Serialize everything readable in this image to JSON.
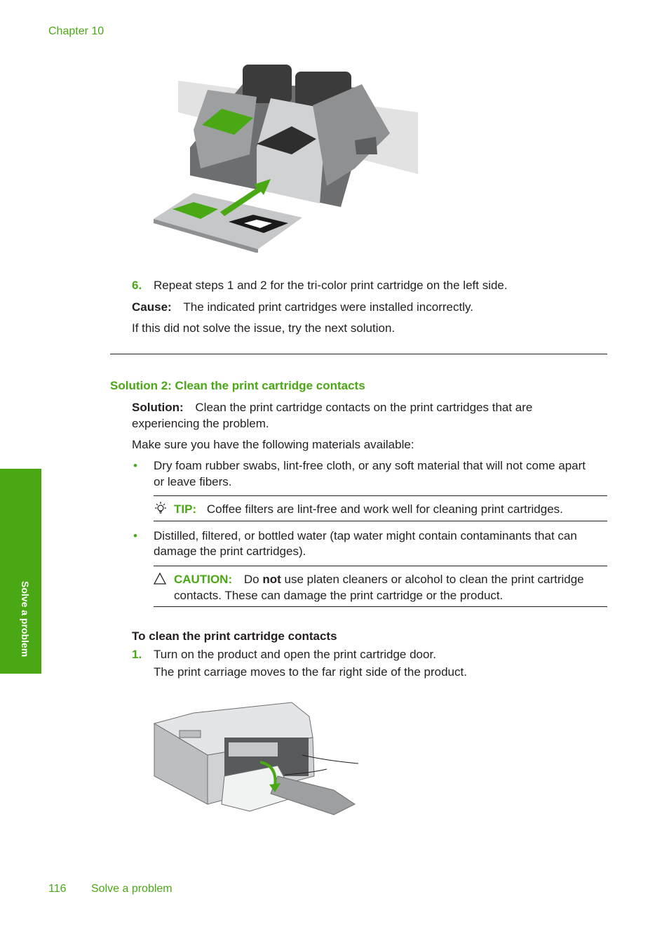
{
  "header": {
    "chapter": "Chapter 10"
  },
  "side_tab": {
    "label": "Solve a problem"
  },
  "step6": {
    "number": "6.",
    "text": "Repeat steps 1 and 2 for the tri-color print cartridge on the left side."
  },
  "cause": {
    "label": "Cause:",
    "text": "The indicated print cartridges were installed incorrectly."
  },
  "next_solution": "If this did not solve the issue, try the next solution.",
  "solution2": {
    "heading": "Solution 2: Clean the print cartridge contacts",
    "label": "Solution:",
    "text_line1": "Clean the print cartridge contacts on the print cartridges that are",
    "text_line2": "experiencing the problem.",
    "materials_intro": "Make sure you have the following materials available:",
    "bullets": [
      {
        "symbol": "•",
        "line1": "Dry foam rubber swabs, lint-free cloth, or any soft material that will not come apart",
        "line2": "or leave fibers."
      },
      {
        "symbol": "•",
        "line1": "Distilled, filtered, or bottled water (tap water might contain contaminants that can",
        "line2": "damage the print cartridges)."
      }
    ],
    "tip": {
      "label": "TIP:",
      "text": "Coffee filters are lint-free and work well for cleaning print cartridges."
    },
    "caution": {
      "label": "CAUTION:",
      "pre": "Do",
      "emph": "not",
      "post": "use platen cleaners or alcohol to clean the print cartridge",
      "line2": "contacts. These can damage the print cartridge or the product."
    }
  },
  "procedure": {
    "heading": "To clean the print cartridge contacts",
    "step1_number": "1.",
    "step1_text": "Turn on the product and open the print cartridge door.",
    "step1_sub": "The print carriage moves to the far right side of the product."
  },
  "footer": {
    "page_number": "116",
    "title": "Solve a problem"
  },
  "colors": {
    "accent": "#49a814",
    "text": "#231f20"
  }
}
